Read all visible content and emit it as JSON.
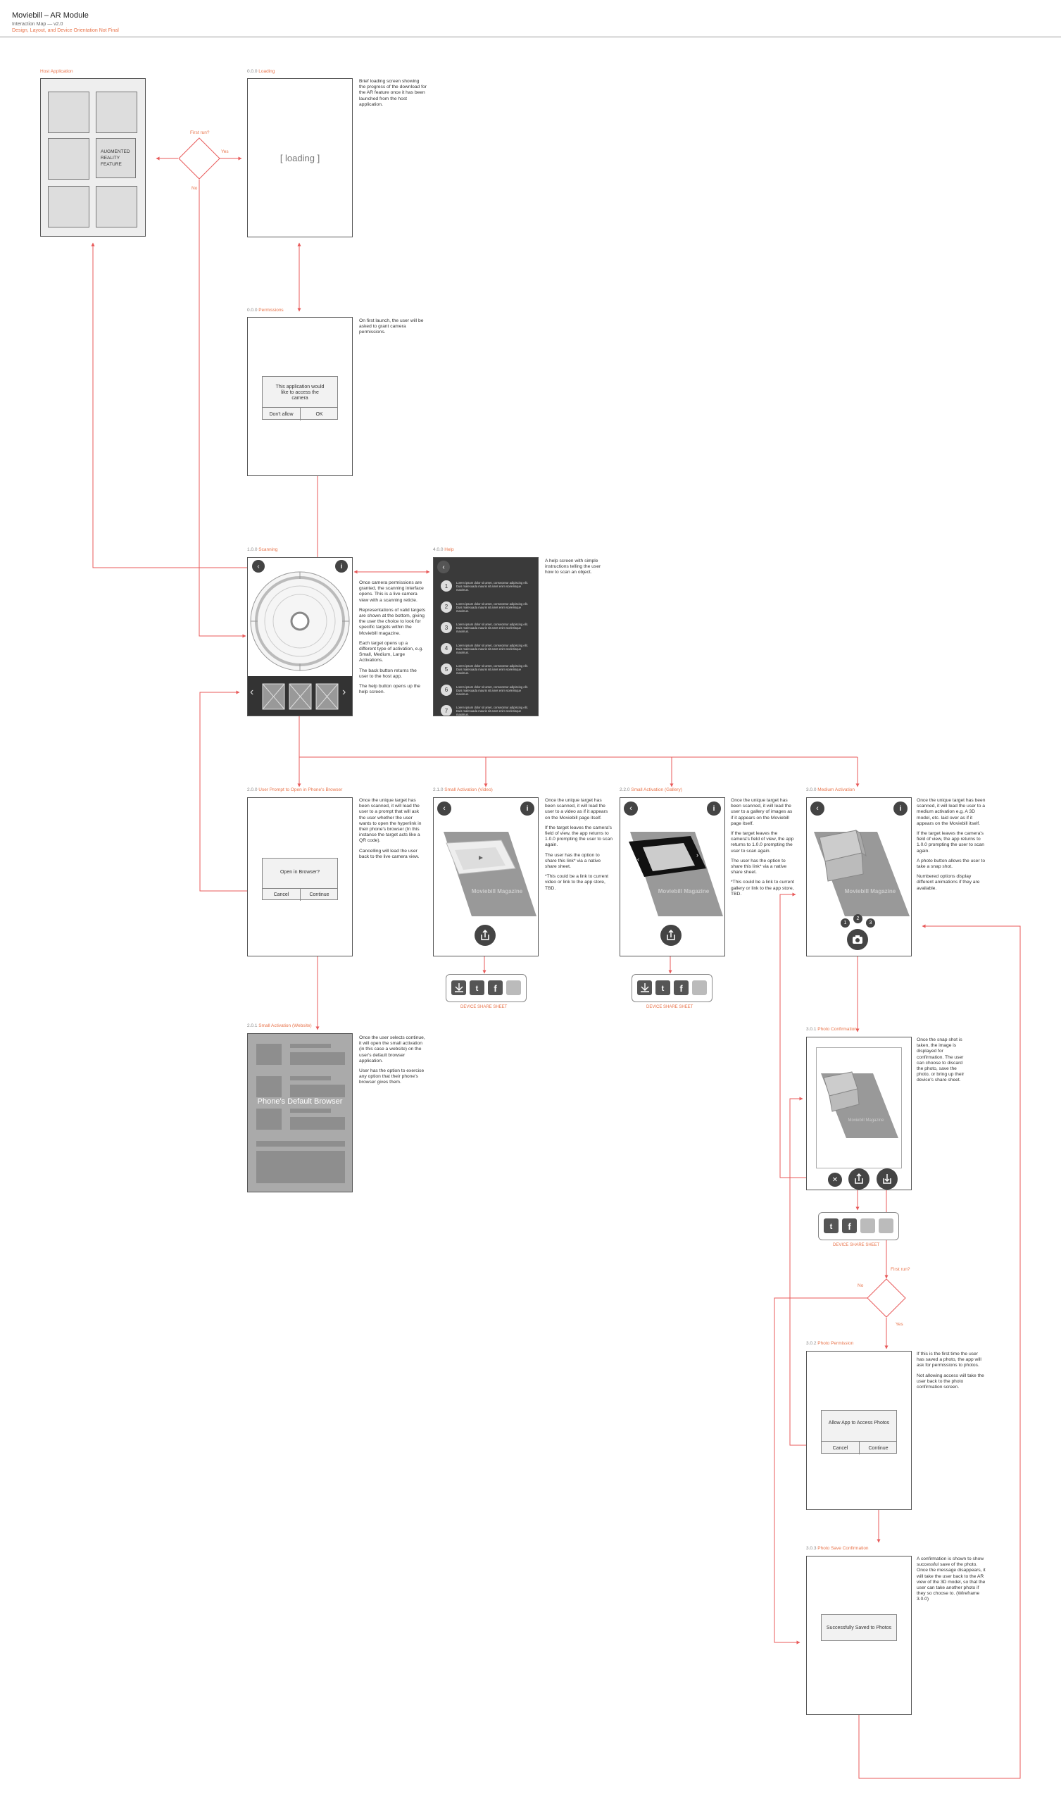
{
  "header": {
    "title": "Moviebill – AR Module",
    "subtitle": "Interaction Map — v2.0",
    "note": "Design, Layout, and Device Orientation Not Final"
  },
  "colors": {
    "accent": "#e8734a",
    "line": "#e85a5a",
    "dark": "#333333"
  },
  "host": {
    "label": "Host Application",
    "feature": "AUGMENTED REALITY FEATURE"
  },
  "decision_top": {
    "question": "First run?",
    "yes": "Yes",
    "no": "No"
  },
  "screens": {
    "loading": {
      "num": "0.0.0",
      "label": "Loading",
      "text": "[ loading ]",
      "desc": "Brief loading screen showing the progress of the download for the AR feature once it has been launched from the host application."
    },
    "permissions": {
      "num": "0.0.0",
      "label": "Permissions",
      "dialog": "This application would like to access the camera",
      "deny": "Don't allow",
      "ok": "OK",
      "desc": "On first launch, the user will be asked to grant camera permissions."
    },
    "scanning": {
      "num": "1.0.0",
      "label": "Scanning",
      "desc": [
        "Once camera permissions are granted, the scanning interface opens. This is a live camera view with a scanning reticle.",
        "Representations of valid targets are shown at the bottom, giving the user the choice to look for specific targets within the Moviebill magazine.",
        "Each target opens up a different type of activation, e.g. Small, Medium, Large Activations.",
        "The back button returns the user to the host app.",
        "The help button opens up the help screen."
      ]
    },
    "help": {
      "num": "4.0.0",
      "label": "Help",
      "desc": "A help screen with simple instructions telling the user how to scan an object.",
      "items": [
        "1",
        "2",
        "3",
        "4",
        "5",
        "6",
        "7"
      ],
      "item_text": "Lorem ipsum dolor sit amet, consectetur adipiscing elit. Duis malesuada mauris sit amet enim scelerisque maximus."
    },
    "prompt": {
      "num": "2.0.0",
      "label": "User Prompt to Open in Phone's Browser",
      "dialog": "Open in Browser?",
      "cancel": "Cancel",
      "continue": "Continue",
      "desc": [
        "Once the unique target has been scanned, it will lead the user to a prompt that will ask the user whether the user wants to open the hyperlink in their phone's browser (In this instance the target acts like a QR code).",
        "Cancelling will lead the user back to the live camera view."
      ]
    },
    "website": {
      "num": "2.0.1",
      "label": "Small Activation (Website)",
      "text": "Phone's Default Browser",
      "desc": [
        "Once the user selects continue, it will open the small activation (in this case a website) on the user's default browser application.",
        "User has the option to exercise any option that their phone's browser gives them."
      ]
    },
    "video": {
      "num": "2.1.0",
      "label": "Small Activation (Video)",
      "magazine": "Moviebill Magazine",
      "share_label": "DEVICE SHARE SHEET",
      "desc": [
        "Once the unique target has been scanned, it will load the user to a video as if it appears on the Moviebill page itself.",
        "If the target leaves the camera's field of view, the app returns to 1.0.0 prompting the user to scan again.",
        "The user has the option to share this link* via a native share sheet.",
        "*This could be a link to current video or link to the app store, TBD."
      ]
    },
    "gallery": {
      "num": "2.2.0",
      "label": "Small Activation (Gallery)",
      "magazine": "Moviebill Magazine",
      "share_label": "DEVICE SHARE SHEET",
      "desc": [
        "Once the unique target has been scanned, it will lead the user to a gallery of images as if it appears on the Moviebill page itself.",
        "If the target leaves the camera's field of view, the app returns to 1.0.0 prompting the user to scan again.",
        "The user has the option to share this link* via a native share sheet.",
        "*This could be a link to current gallery or link to the app store, TBD."
      ]
    },
    "medium": {
      "num": "3.0.0",
      "label": "Medium Activation",
      "magazine": "Moviebill Magazine",
      "options": [
        "1",
        "2",
        "3"
      ],
      "desc": [
        "Once the unique target has been scanned, it will lead the user to a medium activation e.g. A 3D model, etc. laid over as if it appears on the Moviebill itself.",
        "If the target leaves the camera's field of view, the app returns to 1.0.0 prompting the user to scan again.",
        "A photo button allows the user to take a snap shot.",
        "Numbered options display different animations if they are available."
      ]
    },
    "photo_confirm": {
      "num": "3.0.1",
      "label": "Photo Confirmation",
      "magazine": "Moviebill Magazine",
      "share_label": "DEVICE SHARE SHEET",
      "desc": "Once the snap shot is taken, the image is displayed for confirmation. The user can choose to discard the photo, save the photo, or bring up their device's share sheet."
    },
    "photo_perm": {
      "num": "3.0.2",
      "label": "Photo Permission",
      "dialog": "Allow App to Access Photos",
      "cancel": "Cancel",
      "continue": "Continue",
      "desc": [
        "If this is the first time the user has saved a photo, the app will ask for permissions to photos.",
        "Not allowing access will take the user back to the photo confirmation screen."
      ]
    },
    "save_confirm": {
      "num": "3.0.3",
      "label": "Photo Save Confirmation",
      "dialog": "Successfully Saved to Photos",
      "desc": "A confirmation is shown to show successful save of the photo. Once the message disappears, it will take the user back to the AR view of the 3D model, so that the user can take another photo if they so choose to. (Wireframe 3.0.0)"
    }
  },
  "decision_bottom": {
    "question": "First run?",
    "yes": "Yes",
    "no": "No"
  }
}
